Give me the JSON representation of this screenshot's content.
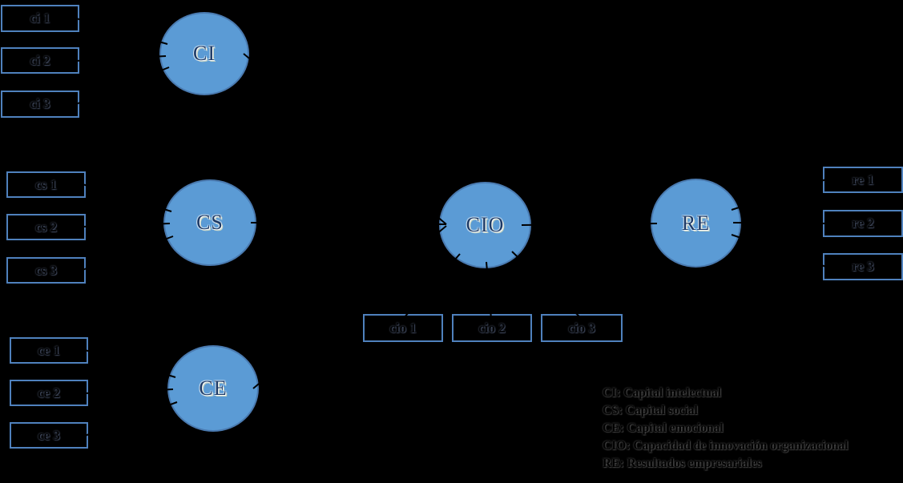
{
  "diagram": {
    "type": "sem-path-diagram",
    "background_color": "#000000",
    "node_fill_color": "#5b9bd5",
    "node_border_color": "#4a7ab0",
    "box_border_color": "#4f81bd",
    "edge_color": "#000000"
  },
  "nodes": {
    "ci": {
      "label": "CI"
    },
    "cs": {
      "label": "CS"
    },
    "ce": {
      "label": "CE"
    },
    "cio": {
      "label": "CIO"
    },
    "re": {
      "label": "RE"
    }
  },
  "indicators": {
    "ci": [
      "ci 1",
      "ci 2",
      "ci 3"
    ],
    "cs": [
      "cs 1",
      "cs 2",
      "cs 3"
    ],
    "ce": [
      "ce 1",
      "ce 2",
      "ce 3"
    ],
    "cio": [
      "cio 1",
      "cio 2",
      "cio 3"
    ],
    "re": [
      "re 1",
      "re 2",
      "re 3"
    ]
  },
  "edges": [
    {
      "from": "ci 1",
      "to": "CI"
    },
    {
      "from": "ci 2",
      "to": "CI"
    },
    {
      "from": "ci 3",
      "to": "CI"
    },
    {
      "from": "cs 1",
      "to": "CS"
    },
    {
      "from": "cs 2",
      "to": "CS"
    },
    {
      "from": "cs 3",
      "to": "CS"
    },
    {
      "from": "ce 1",
      "to": "CE"
    },
    {
      "from": "ce 2",
      "to": "CE"
    },
    {
      "from": "ce 3",
      "to": "CE"
    },
    {
      "from": "CI",
      "to": "CIO"
    },
    {
      "from": "CS",
      "to": "CIO"
    },
    {
      "from": "CE",
      "to": "CIO"
    },
    {
      "from": "CIO",
      "to": "cio 1"
    },
    {
      "from": "CIO",
      "to": "cio 2"
    },
    {
      "from": "CIO",
      "to": "cio 3"
    },
    {
      "from": "CIO",
      "to": "RE"
    },
    {
      "from": "RE",
      "to": "re 1"
    },
    {
      "from": "RE",
      "to": "re 2"
    },
    {
      "from": "RE",
      "to": "re 3"
    }
  ],
  "legend": {
    "lines": [
      "CI: Capital intelectual",
      "CS: Capital social",
      "CE: Capital emocional",
      "CIO: Capacidad de innovación organizacional",
      "RE: Resultados empresariales"
    ]
  }
}
